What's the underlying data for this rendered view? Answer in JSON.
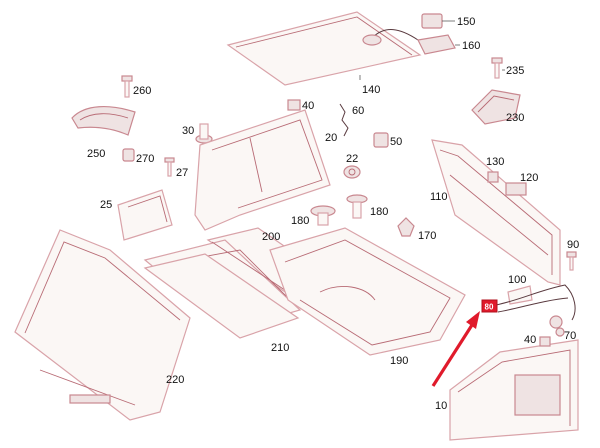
{
  "labels": {
    "p150": "150",
    "p160": "160",
    "p140": "140",
    "p235": "235",
    "p230": "230",
    "p260": "260",
    "p250": "250",
    "p270": "270",
    "p27": "27",
    "p30": "30",
    "p40a": "40",
    "p60": "60",
    "p20": "20",
    "p50": "50",
    "p22": "22",
    "p25": "25",
    "p180a": "180",
    "p180b": "180",
    "p170": "170",
    "p110": "110",
    "p130": "130",
    "p120": "120",
    "p200": "200",
    "p90": "90",
    "p100": "100",
    "p210": "210",
    "p190": "190",
    "p220": "220",
    "p40b": "40",
    "p70": "70",
    "p10": "10"
  },
  "highlight": {
    "label": "80",
    "color": "#e01a2b"
  },
  "colors": {
    "line": "#d9a3a9",
    "arrow": "#e01a2b"
  }
}
